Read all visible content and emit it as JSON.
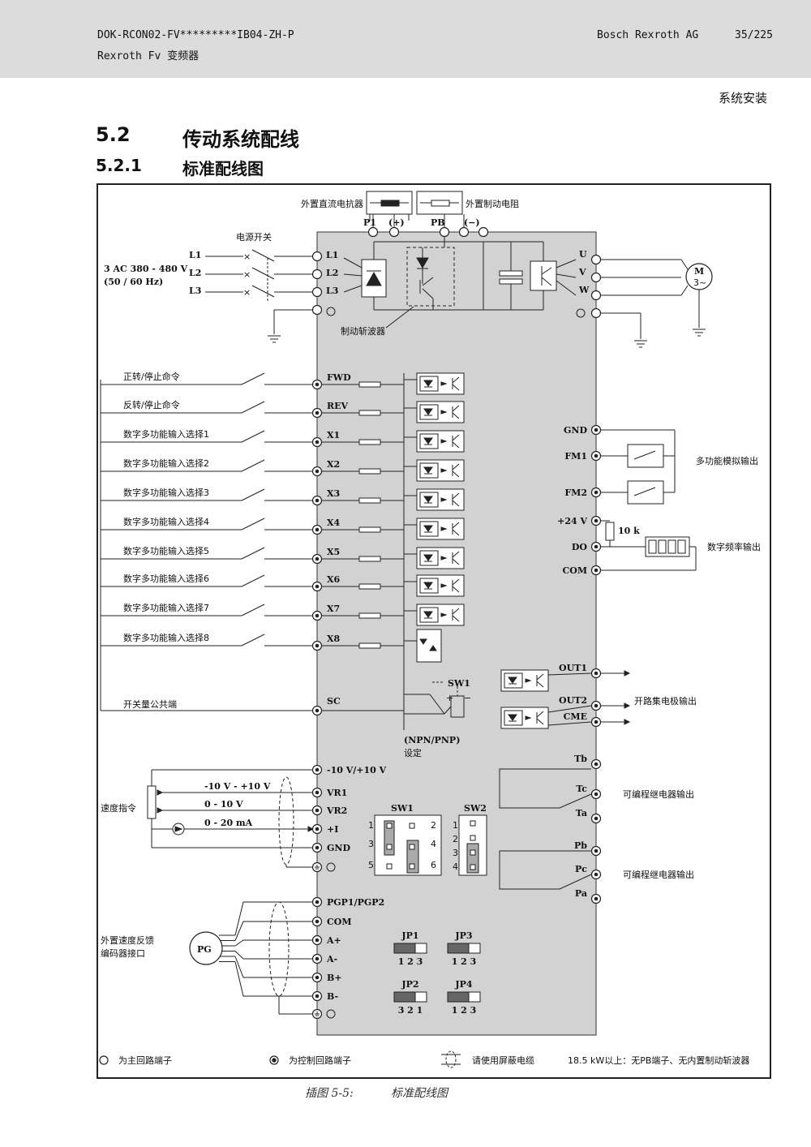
{
  "header": {
    "doc_id": "DOK-RCON02-FV*********IB04-ZH-P",
    "product": "Rexroth Fv 变频器",
    "company": "Bosch Rexroth AG",
    "page": "35/225"
  },
  "section_label": "系统安装",
  "headings": [
    {
      "num": "5.2",
      "title": "传动系统配线"
    },
    {
      "num": "5.2.1",
      "title": "标准配线图"
    }
  ],
  "diagram": {
    "top": {
      "reactor_label": "外置直流电抗器",
      "resistor_label": "外置制动电阻",
      "p1": "P1",
      "plus": "(+)",
      "pb": "PB",
      "minus": "(−)",
      "power_switch": "电源开关",
      "supply_line1": "3 AC 380 - 480 V",
      "supply_line2": "(50 / 60 Hz)",
      "inputs": [
        "L1",
        "L2",
        "L3"
      ],
      "outputs": [
        "U",
        "V",
        "W"
      ],
      "motor": "M",
      "motor_sub": "3~",
      "chopper": "制动斩波器"
    },
    "digital_inputs": [
      {
        "desc": "正转/停止命令",
        "term": "FWD"
      },
      {
        "desc": "反转/停止命令",
        "term": "REV"
      },
      {
        "desc": "数字多功能输入选择1",
        "term": "X1"
      },
      {
        "desc": "数字多功能输入选择2",
        "term": "X2"
      },
      {
        "desc": "数字多功能输入选择3",
        "term": "X3"
      },
      {
        "desc": "数字多功能输入选择4",
        "term": "X4"
      },
      {
        "desc": "数字多功能输入选择5",
        "term": "X5"
      },
      {
        "desc": "数字多功能输入选择6",
        "term": "X6"
      },
      {
        "desc": "数字多功能输入选择7",
        "term": "X7"
      },
      {
        "desc": "数字多功能输入选择8",
        "term": "X8"
      }
    ],
    "sc": {
      "desc": "开关量公共端",
      "term": "SC"
    },
    "sw1_label": "SW1",
    "npn_line1": "(NPN/PNP)",
    "npn_line2": "设定",
    "analog_out": {
      "terms": [
        "GND",
        "FM1",
        "FM2"
      ],
      "desc": "多功能模拟输出"
    },
    "freq_out": {
      "terms": [
        "+24 V",
        "DO",
        "COM"
      ],
      "resistor": "10 k",
      "desc": "数字频率输出"
    },
    "oc_out": {
      "terms": [
        "OUT1",
        "OUT2",
        "CME"
      ],
      "desc": "开路集电极输出"
    },
    "analog_in": {
      "terms": [
        "-10 V/+10 V",
        "VR1",
        "VR2",
        "+I",
        "GND"
      ],
      "ranges": [
        "-10 V - +10 V",
        "0 - 10 V",
        "0 - 20 mA"
      ],
      "desc": "速度指令"
    },
    "sw_blocks": {
      "sw1": "SW1",
      "sw2": "SW2",
      "sw1_pins": [
        "1",
        "2",
        "3",
        "4",
        "5",
        "6"
      ],
      "sw2_pins": [
        "1",
        "2",
        "3",
        "4"
      ]
    },
    "relay1": {
      "terms": [
        "Tb",
        "Tc",
        "Ta"
      ],
      "desc": "可编程继电器输出"
    },
    "relay2": {
      "terms": [
        "Pb",
        "Pc",
        "Pa"
      ],
      "desc": "可编程继电器输出"
    },
    "encoder": {
      "terms": [
        "PGP1/PGP2",
        "COM",
        "A+",
        "A-",
        "B+",
        "B-"
      ],
      "desc_line1": "外置速度反馈",
      "desc_line2": "编码器接口",
      "pg": "PG"
    },
    "jumpers": [
      {
        "name": "JP1",
        "pins": "1 2 3"
      },
      {
        "name": "JP3",
        "pins": "1 2 3"
      },
      {
        "name": "JP2",
        "pins": "3 2 1"
      },
      {
        "name": "JP4",
        "pins": "1 2 3"
      }
    ],
    "legend": {
      "main": "为主回路端子",
      "control": "为控制回路端子",
      "shield": "请使用屏蔽电缆",
      "note": "18.5 kW以上：无PB端子、无内置制动斩波器"
    }
  },
  "caption": {
    "label": "插图 5-5:",
    "title": "标准配线图"
  }
}
